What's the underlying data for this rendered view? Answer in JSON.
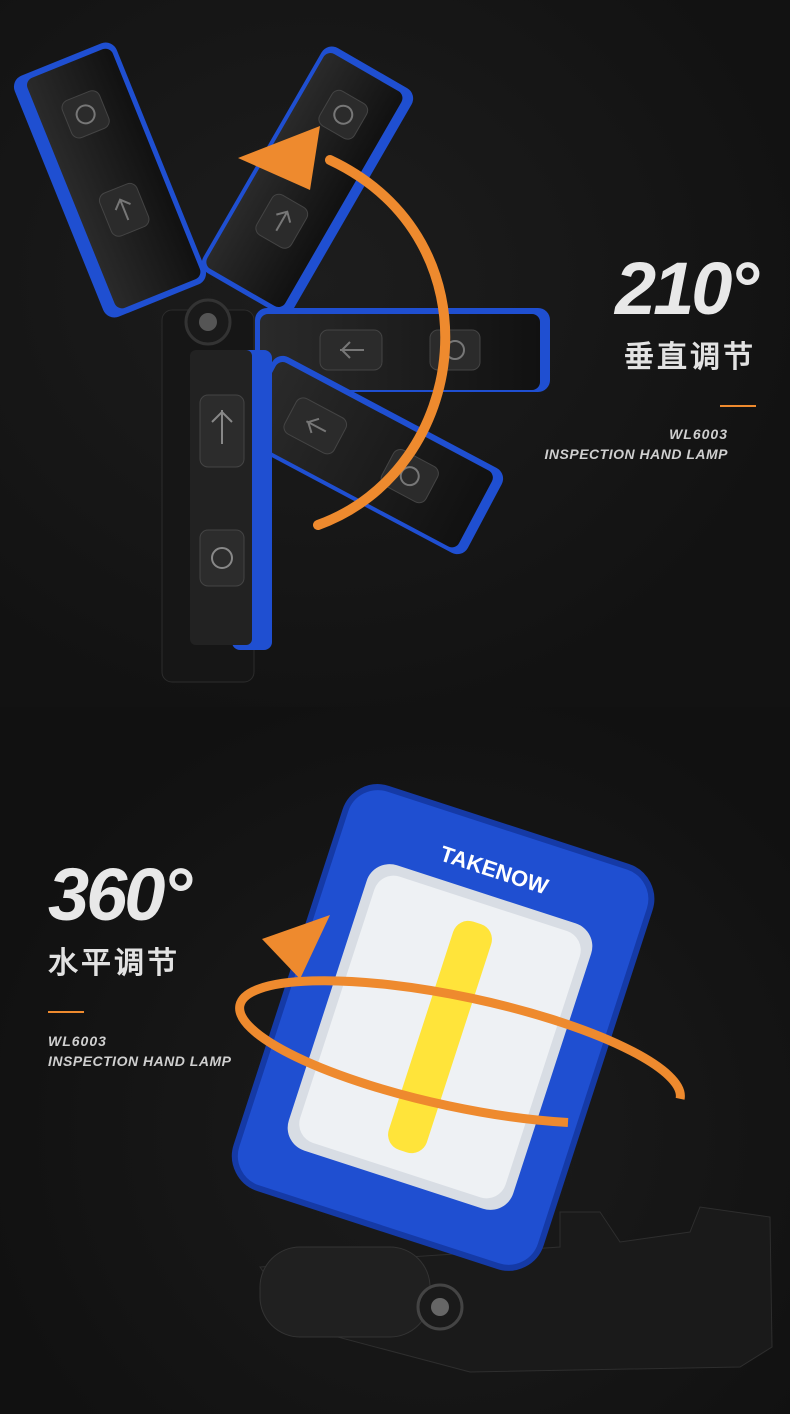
{
  "vertical": {
    "degrees": "210°",
    "label": "垂直调节",
    "model": "WL6003",
    "product": "INSPECTION HAND LAMP"
  },
  "horizontal": {
    "degrees": "360°",
    "label": "水平调节",
    "model": "WL6003",
    "product": "INSPECTION HAND LAMP"
  },
  "brand": "TAKENOW",
  "colors": {
    "accent": "#ee8a2e",
    "lamp_blue": "#1f4fd1",
    "lamp_body": "#1c1c1c",
    "cob_yellow": "#ffe43a"
  },
  "icons": [
    "power-icon",
    "usb-icon"
  ]
}
